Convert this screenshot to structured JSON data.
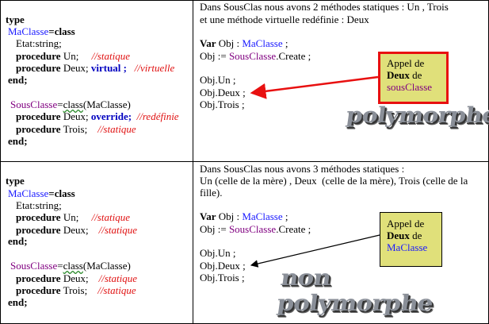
{
  "top_left": {
    "l1": "type",
    "l2_cls": "MaClasse",
    "l2_rest": "=class",
    "l3": "Etat:string;",
    "l4_kw": "procedure",
    "l4_rest": " Un;",
    "l4_cm": "//statique",
    "l5_kw": "procedure",
    "l5_rest": " Deux;",
    "l5_mod": "virtual ;",
    "l5_cm": "//virtuelle",
    "l6": "end;",
    "l7_cls": "SousClasse",
    "l7_eq": "=",
    "l7_class": "class",
    "l7_rest": "(MaClasse)",
    "l8_kw": "procedure",
    "l8_rest": " Deux;",
    "l8_mod": "override;",
    "l8_cm": "//redéfinie",
    "l9_kw": "procedure",
    "l9_rest": " Trois;",
    "l9_cm": "//statique",
    "l10": "end;"
  },
  "top_right": {
    "l1": "Dans SousClas nous avons 2 méthodes statiques : Un , Trois",
    "l2": "et une méthode virtuelle redéfinie : Deux",
    "var_kw": "Var",
    "var_rest": " Obj : ",
    "var_cls": "MaClasse",
    "var_end": " ;",
    "assign": "Obj := ",
    "assign_cls": "SousClasse",
    "assign_rest": ".Create ;",
    "call1": "Obj.Un ;",
    "call2": "Obj.Deux ;",
    "call3": "Obj.Trois ;",
    "callout_l1": "Appel de",
    "callout_kw": "Deux",
    "callout_de": " de",
    "callout_cls": "sousClasse",
    "wordart": "polymorphe"
  },
  "bottom_left": {
    "l1": "type",
    "l2_cls": "MaClasse",
    "l2_rest": "=class",
    "l3": "Etat:string;",
    "l4_kw": "procedure",
    "l4_rest": " Un;",
    "l4_cm": "//statique",
    "l5_kw": "procedure",
    "l5_rest": " Deux;",
    "l5_cm": "//statique",
    "l6": "end;",
    "l7_cls": "SousClasse",
    "l7_eq": "=",
    "l7_class": "class",
    "l7_rest": "(MaClasse)",
    "l8_kw": "procedure",
    "l8_rest": " Deux;",
    "l8_cm": "//statique",
    "l9_kw": "procedure",
    "l9_rest": " Trois;",
    "l9_cm": "//statique",
    "l10": "end;"
  },
  "bottom_right": {
    "l1": "Dans SousClas nous avons 3 méthodes statiques :",
    "l2": "Un (celle de la mère) , Deux  (celle de la mère), Trois (celle de la",
    "l3": "fille).",
    "var_kw": "Var",
    "var_rest": " Obj : ",
    "var_cls": "MaClasse",
    "var_end": " ;",
    "assign": "Obj := ",
    "assign_cls": "SousClasse",
    "assign_rest": ".Create ;",
    "call1": "Obj.Un ;",
    "call2": "Obj.Deux ;",
    "call3": "Obj.Trois ;",
    "callout_l1": "Appel de",
    "callout_kw": "Deux",
    "callout_de": " de",
    "callout_cls": "MaClasse",
    "wordart": "non polymorphe"
  }
}
